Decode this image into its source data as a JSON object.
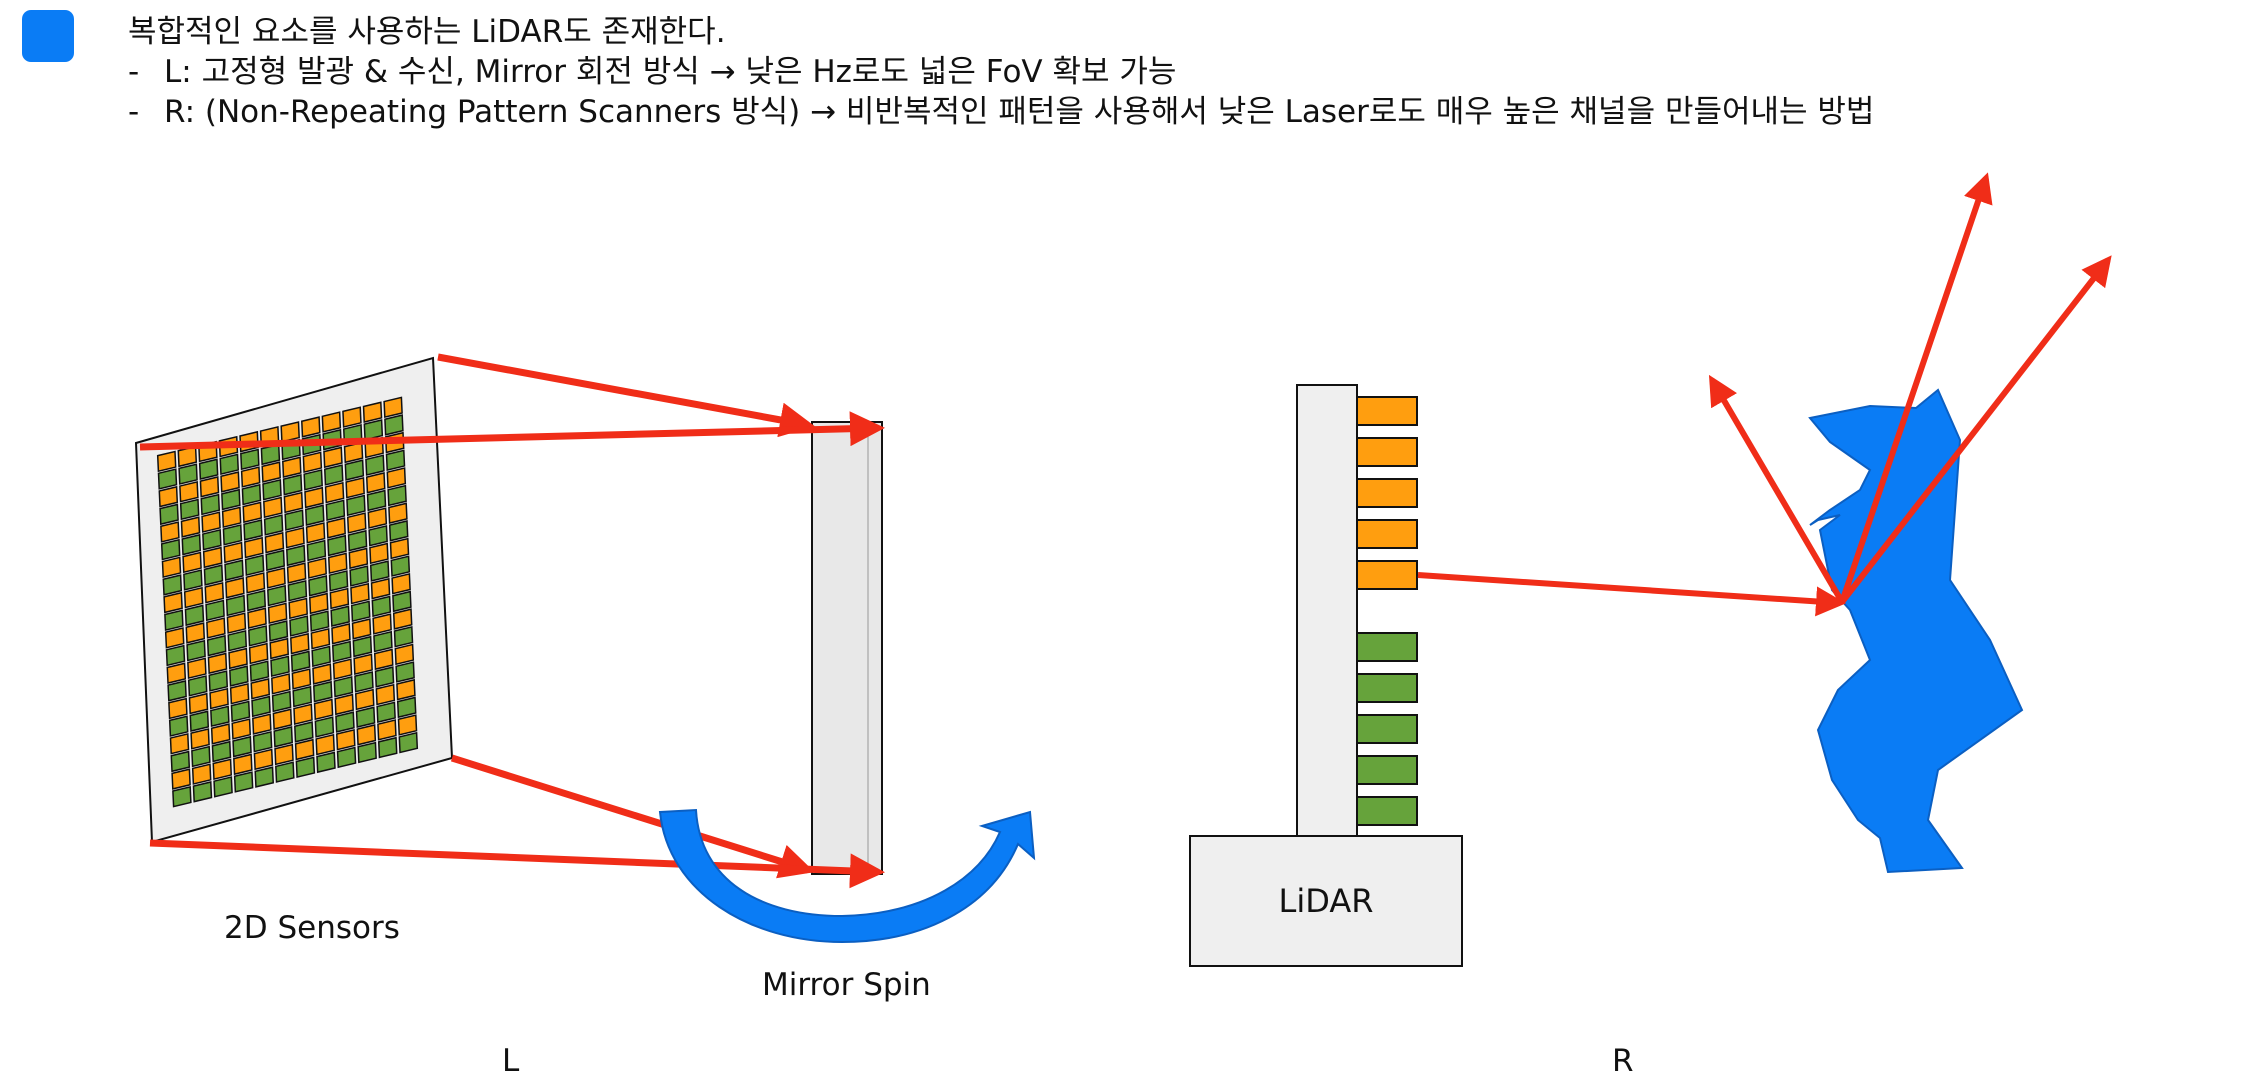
{
  "header": {
    "title": "복합적인 요소를 사용하는 LiDAR도 존재한다.",
    "bullets": [
      {
        "marker": "-",
        "text": "L: 고정형 발광 & 수신, Mirror 회전 방식 → 낮은 Hz로도 넓은 FoV 확보 가능"
      },
      {
        "marker": "-",
        "text": "R: (Non-Repeating Pattern Scanners 방식) → 비반복적인 패턴을 사용해서 낮은 Laser로도 매우 높은 채널을 만들어내는 방법"
      }
    ]
  },
  "diagram": {
    "left": {
      "sensor_label": "2D Sensors",
      "mirror_label": "Mirror Spin",
      "panel_label": "L",
      "grid_rows": 20,
      "grid_cols": 12
    },
    "right": {
      "device_label": "LiDAR",
      "panel_label": "R"
    }
  },
  "colors": {
    "accent_blue": "#0a7cf5",
    "laser_red": "#f02d18",
    "emitter_orange": "#ff9e0f",
    "receiver_green": "#66a33b",
    "panel_gray": "#efefef"
  }
}
